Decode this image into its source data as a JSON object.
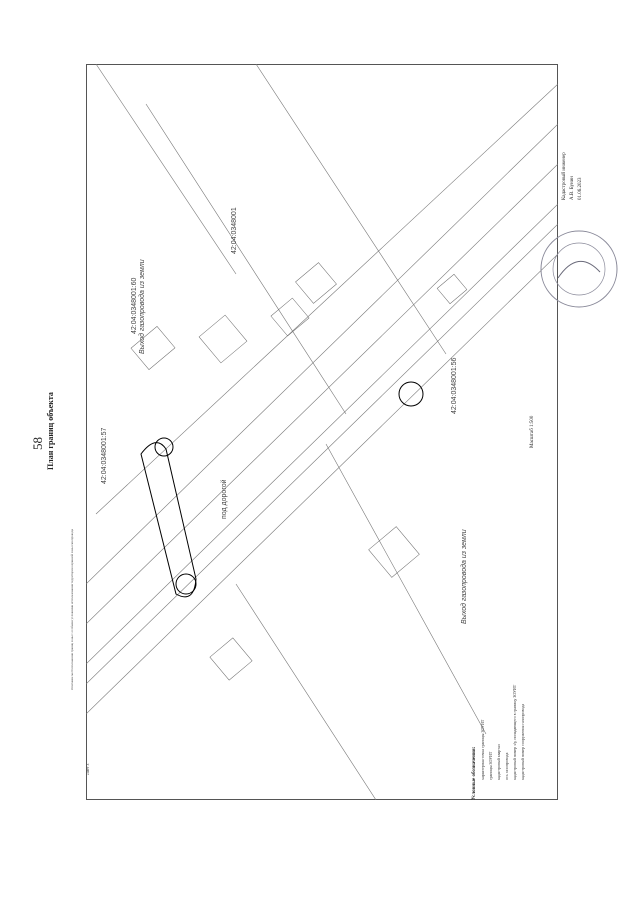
{
  "document": {
    "page_number": "58",
    "title": "План границ объекта",
    "header_note": "Описание местоположения границ зоны с особыми условиями использования территории охранной зоны газопровода",
    "sheet_label": "Лист 3",
    "scale": "Масштаб 1:500"
  },
  "signature": {
    "role": "Кадастровый инженер",
    "name": "А.В. Бунин",
    "date": "01.06.2023"
  },
  "legend": {
    "title": "Условные обозначения:",
    "items": [
      "характерная точка границы ЗОУИТ",
      "границы ЗОУИТ",
      "кадастровый квартал",
      "ось газопровода",
      "кадастровый номер з/у, попадающего в границу ЗОУИТ",
      "кадастровый номер сооружения газопровода"
    ]
  },
  "map_labels": {
    "quarter_main": "42:04:0348001",
    "parcel_a": "42:04:0348001:60",
    "parcel_b": "42:04:0348001:56",
    "parcel_c": "42:04:0348001:57",
    "gas_exit_1": "Выход газопровода из земли",
    "gas_exit_2": "Выход газопровода из земли",
    "under_road": "под дорогой"
  },
  "colors": {
    "line": "#555555",
    "boundary": "#000000",
    "light": "#999999"
  }
}
